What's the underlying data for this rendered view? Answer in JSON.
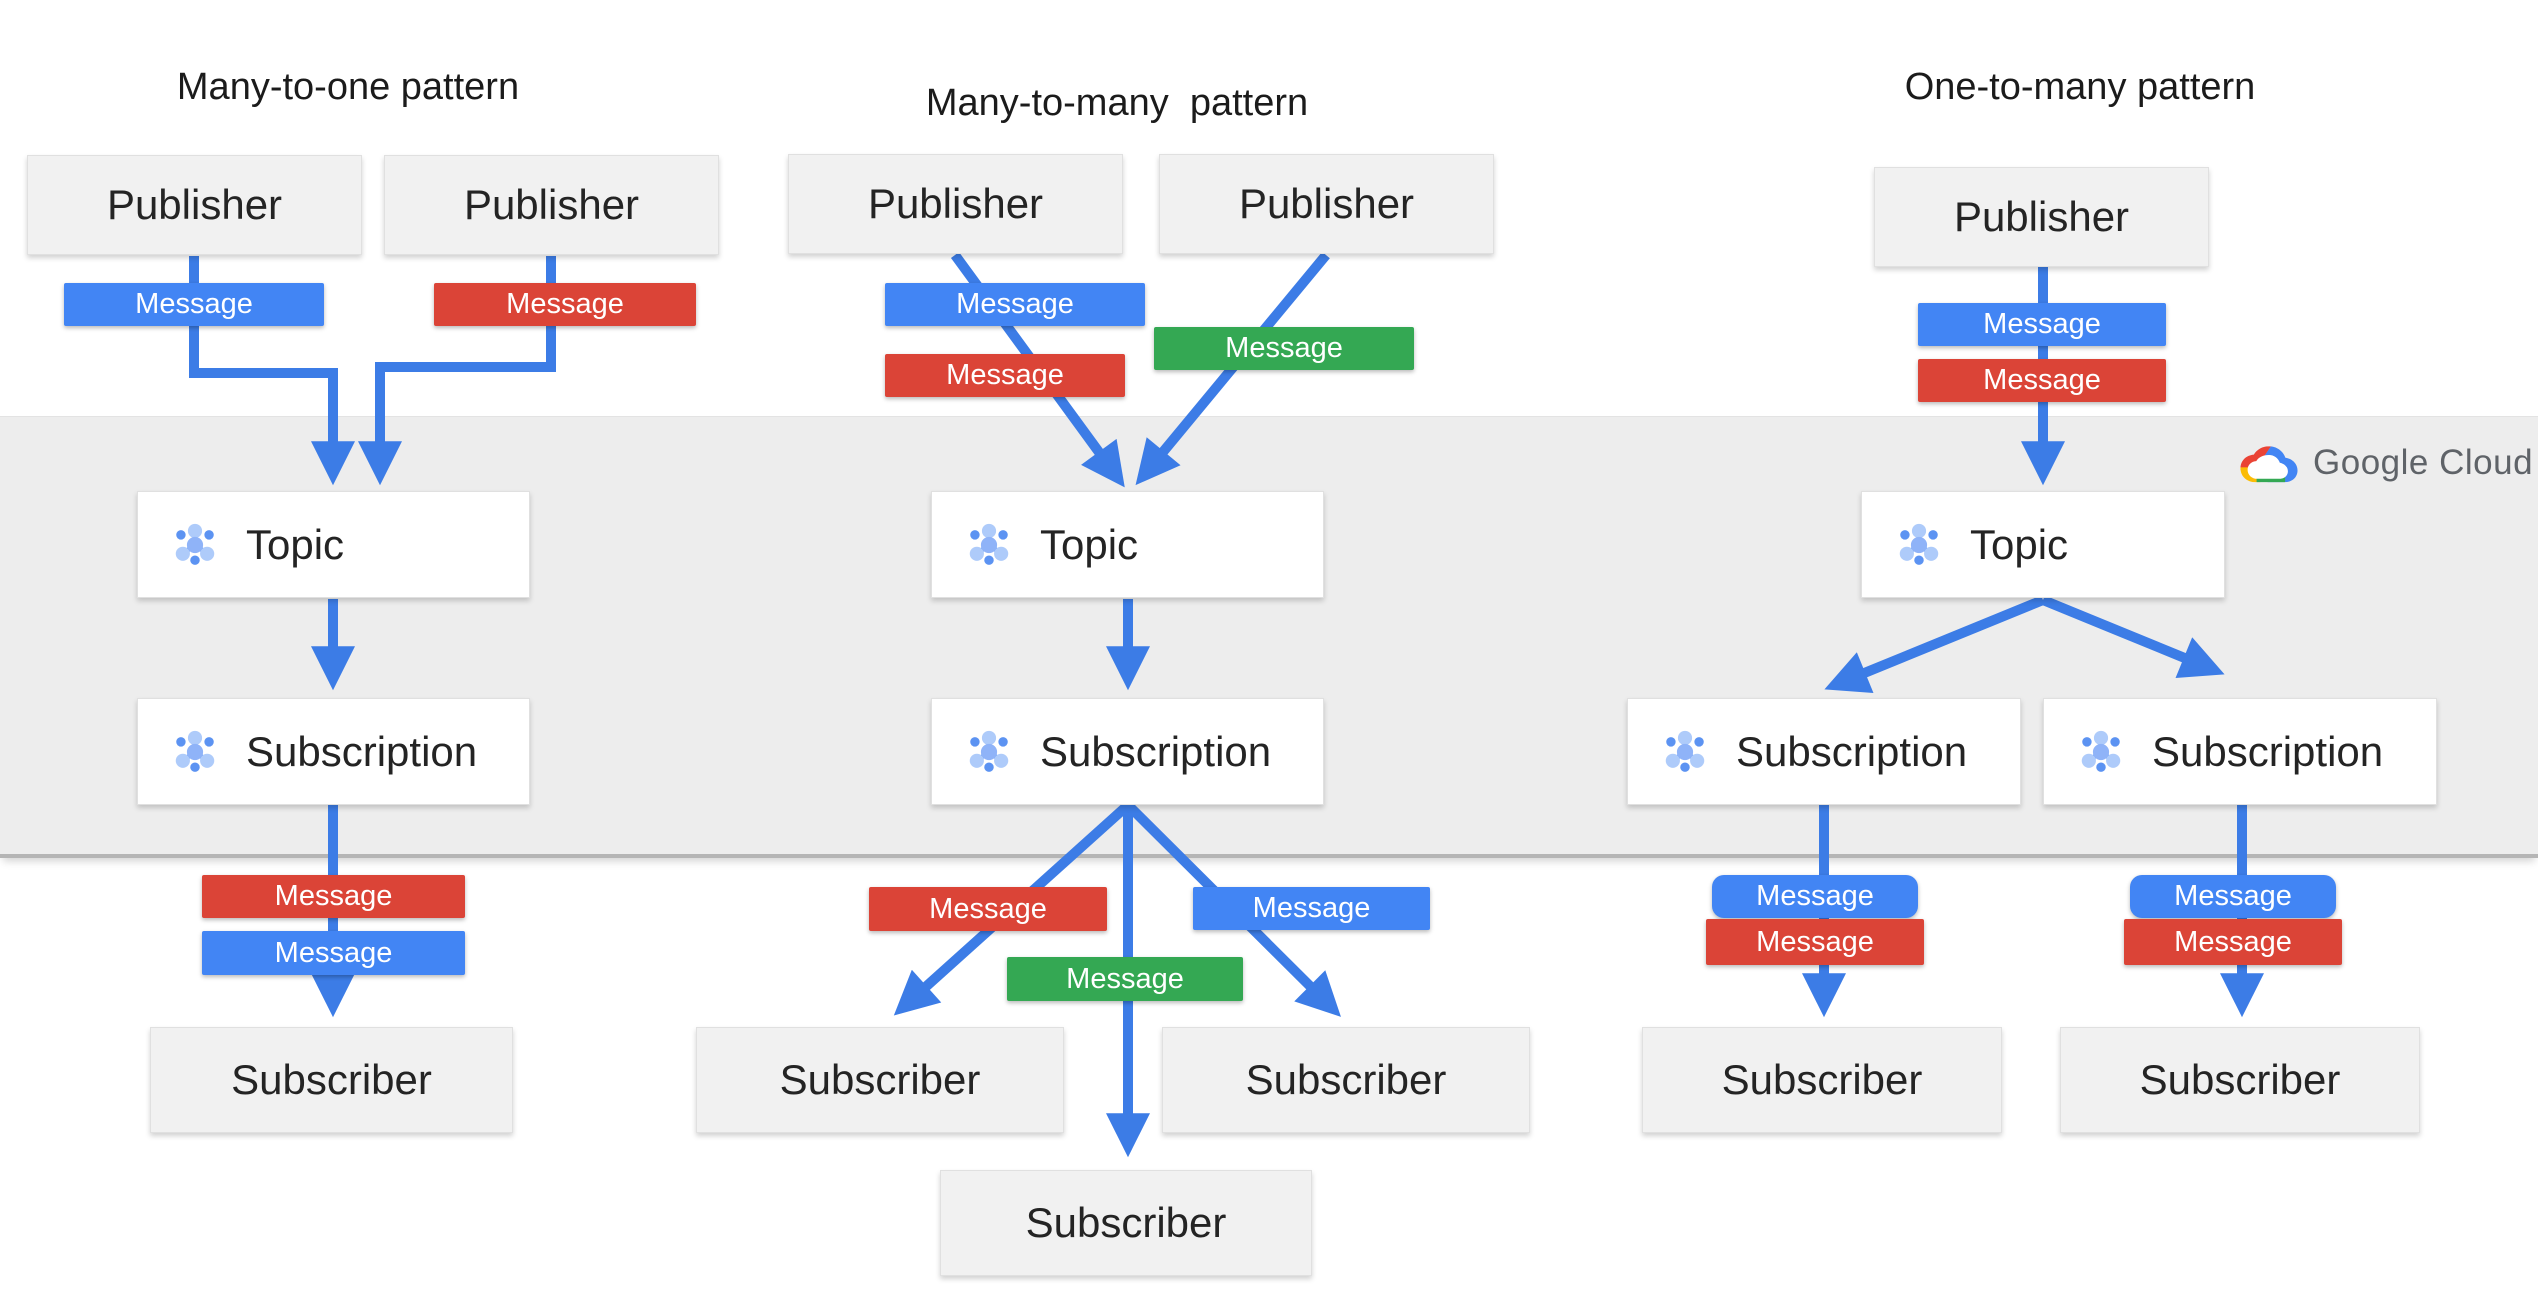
{
  "patterns": [
    {
      "id": "many-to-one",
      "title": "Many-to-one pattern"
    },
    {
      "id": "many-to-many",
      "title": "Many-to-many  pattern"
    },
    {
      "id": "one-to-many",
      "title": "One-to-many pattern"
    }
  ],
  "labels": {
    "publisher": "Publisher",
    "subscriber": "Subscriber",
    "topic": "Topic",
    "subscription": "Subscription",
    "message": "Message"
  },
  "logo": {
    "text": "Google Cloud"
  },
  "icons": {
    "node_icon": "pubsub-icon",
    "logo_icon": "google-cloud-icon"
  },
  "colors": {
    "message_blue": "#4285F4",
    "message_red": "#DB4437",
    "message_green": "#34A853",
    "connector_blue": "#3C7CE6",
    "band_gray": "#EDEDED",
    "band_border": "#B5B5B5",
    "node_gray_fill": "#F1F1F1",
    "node_border": "#E0E0E0",
    "text_dark": "#242424",
    "logo_text_gray": "#5F6368",
    "icon_light_blue": "#AECBFA",
    "icon_mid_blue": "#5C93F2",
    "icon_center_blue": "#8FB3F8",
    "icon_spoke_blue": "#4285F4"
  }
}
